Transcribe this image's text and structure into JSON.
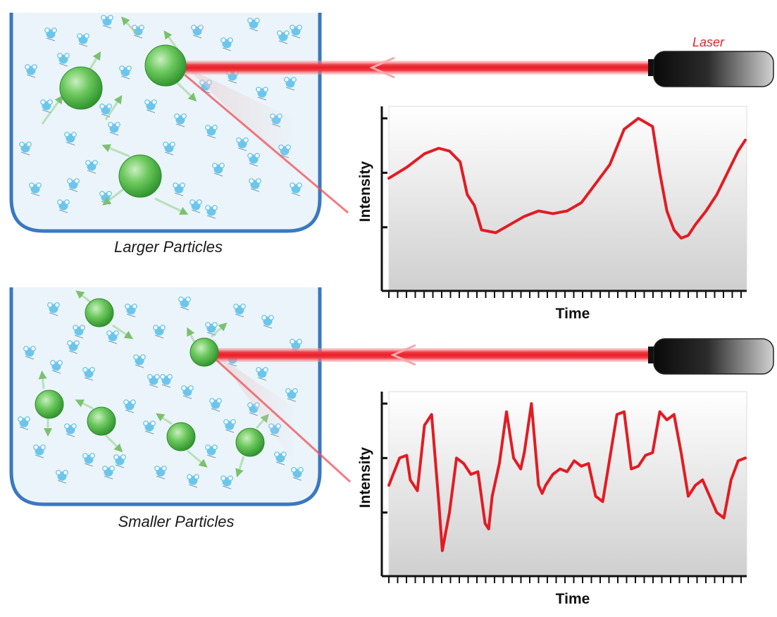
{
  "colors": {
    "beam": "#e8202a",
    "signal": "#e31b23",
    "container_border": "#3a78c0",
    "container_fill": "#eaf4fa",
    "particle": "#3aa335",
    "solvent": "#6cc6ec"
  },
  "laser_label": "Laser",
  "panels": [
    {
      "caption": "Larger Particles",
      "chart_data": {
        "type": "line",
        "xlabel": "Time",
        "ylabel": "Intensity",
        "xlim": [
          0,
          100
        ],
        "ylim": [
          0,
          3
        ],
        "x": [
          0,
          5,
          10,
          14,
          17,
          20,
          22,
          24,
          26,
          30,
          34,
          38,
          42,
          46,
          50,
          54,
          58,
          62,
          66,
          70,
          74,
          76,
          78,
          80,
          82,
          84,
          86,
          89,
          92,
          95,
          98,
          100
        ],
        "values": [
          1.9,
          2.1,
          2.35,
          2.45,
          2.4,
          2.2,
          1.6,
          1.4,
          0.95,
          0.9,
          1.05,
          1.2,
          1.3,
          1.25,
          1.3,
          1.45,
          1.8,
          2.15,
          2.8,
          3.0,
          2.85,
          2.0,
          1.3,
          0.95,
          0.8,
          0.85,
          1.05,
          1.3,
          1.6,
          2.0,
          2.4,
          2.6
        ]
      }
    },
    {
      "caption": "Smaller Particles",
      "chart_data": {
        "type": "line",
        "xlabel": "Time",
        "ylabel": "Intensity",
        "xlim": [
          0,
          100
        ],
        "ylim": [
          0,
          3
        ],
        "x": [
          0,
          3,
          5,
          6,
          8,
          10,
          12,
          14,
          15,
          17,
          19,
          21,
          23,
          25,
          27,
          28,
          29,
          31,
          33,
          35,
          37,
          38,
          40,
          42,
          43,
          44,
          46,
          48,
          50,
          52,
          54,
          56,
          58,
          60,
          62,
          64,
          66,
          68,
          70,
          72,
          74,
          76,
          78,
          80,
          82,
          84,
          86,
          88,
          90,
          92,
          94,
          96,
          98,
          100
        ],
        "values": [
          1.5,
          2.0,
          2.05,
          1.6,
          1.4,
          2.6,
          2.8,
          1.2,
          0.3,
          1.0,
          2.0,
          1.9,
          1.7,
          1.75,
          0.8,
          0.7,
          1.3,
          1.9,
          2.85,
          2.0,
          1.8,
          2.1,
          3.0,
          1.5,
          1.35,
          1.5,
          1.7,
          1.8,
          1.75,
          1.95,
          1.85,
          1.9,
          1.3,
          1.2,
          2.0,
          2.8,
          2.85,
          1.8,
          1.85,
          2.05,
          2.1,
          2.85,
          2.7,
          2.8,
          2.1,
          1.3,
          1.5,
          1.6,
          1.3,
          1.0,
          0.9,
          1.6,
          1.95,
          2.0
        ]
      }
    }
  ]
}
